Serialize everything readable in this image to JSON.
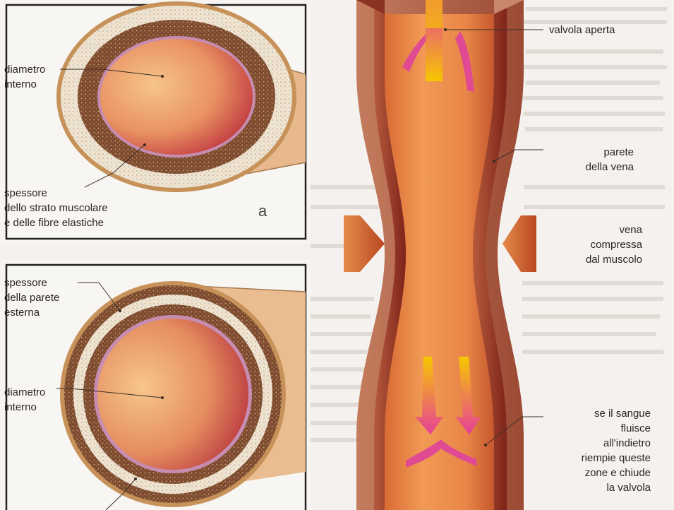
{
  "labels": {
    "top_inner_diameter": [
      "diametro",
      "interno"
    ],
    "top_muscle_thickness": [
      "spessore",
      "dello strato muscolare",
      "e delle fibre elastiche"
    ],
    "panel_a": "a",
    "bottom_outer_thickness": [
      "spessore",
      "della parete",
      "esterna"
    ],
    "bottom_inner_diameter": [
      "diametro",
      "interno"
    ],
    "valve_open": "valvola aperta",
    "vein_wall": [
      "parete",
      "della vena"
    ],
    "vein_compressed": [
      "vena",
      "compressa",
      "dal muscolo"
    ],
    "backflow": [
      "se il sangue",
      "fluisce",
      "all'indietro",
      "riempie queste",
      "zone e chiude",
      "la valvola"
    ]
  },
  "colors": {
    "lumen_light": "#f2b779",
    "lumen_dark": "#b8283a",
    "vein_wall": "#8e2a1f",
    "vein_inner": "#e07a3a",
    "arrow_pink": "#e0408a",
    "arrow_yellow": "#f5c400",
    "compression_arrow": "#c9562a"
  }
}
